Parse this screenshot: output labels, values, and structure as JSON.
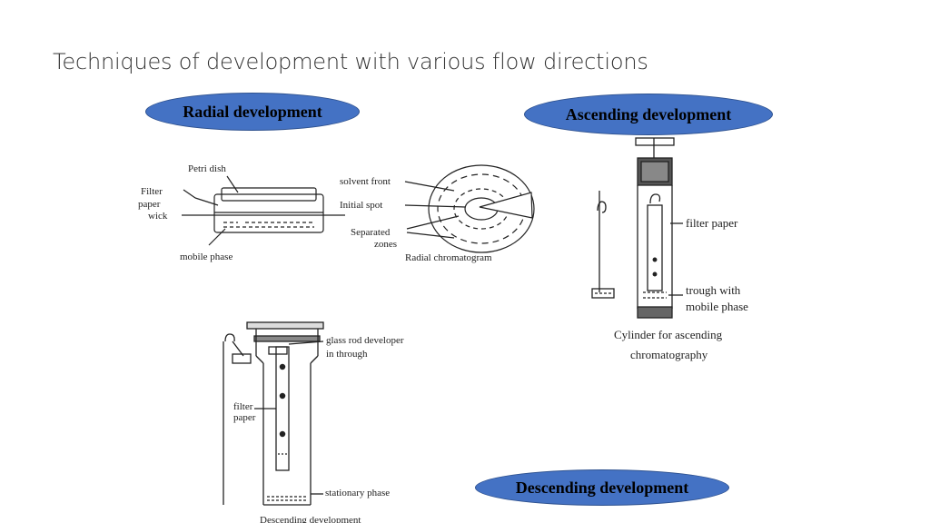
{
  "slide": {
    "title": "Techniques of development with various flow directions"
  },
  "labels": {
    "radial": "Radial development",
    "ascending": "Ascending development",
    "descending": "Descending development"
  },
  "radial_figure": {
    "petri_dish": "Petri dish",
    "filter_1": "Filter",
    "filter_2": "paper",
    "filter_3": "wick",
    "mobile_phase": "mobile phase",
    "solvent_front": "solvent front",
    "initial_spot": "Initial spot",
    "separated_1": "Separated",
    "separated_2": "zones",
    "radial_chromatogram": "Radial chromatogram"
  },
  "ascending_figure": {
    "filter_paper": "filter paper",
    "trough_1": "trough with",
    "trough_2": "mobile phase",
    "caption_1": "Cylinder for ascending",
    "caption_2": "chromatography"
  },
  "descending_figure": {
    "glass_rod_1": "glass rod developer",
    "glass_rod_2": "in through",
    "filter_1": "filter",
    "filter_2": "paper",
    "stationary_phase": "stationary phase",
    "caption": "Descending development"
  },
  "colors": {
    "pill_fill": "#4472C4",
    "pill_border": "#2F528F",
    "ink": "#222222"
  }
}
